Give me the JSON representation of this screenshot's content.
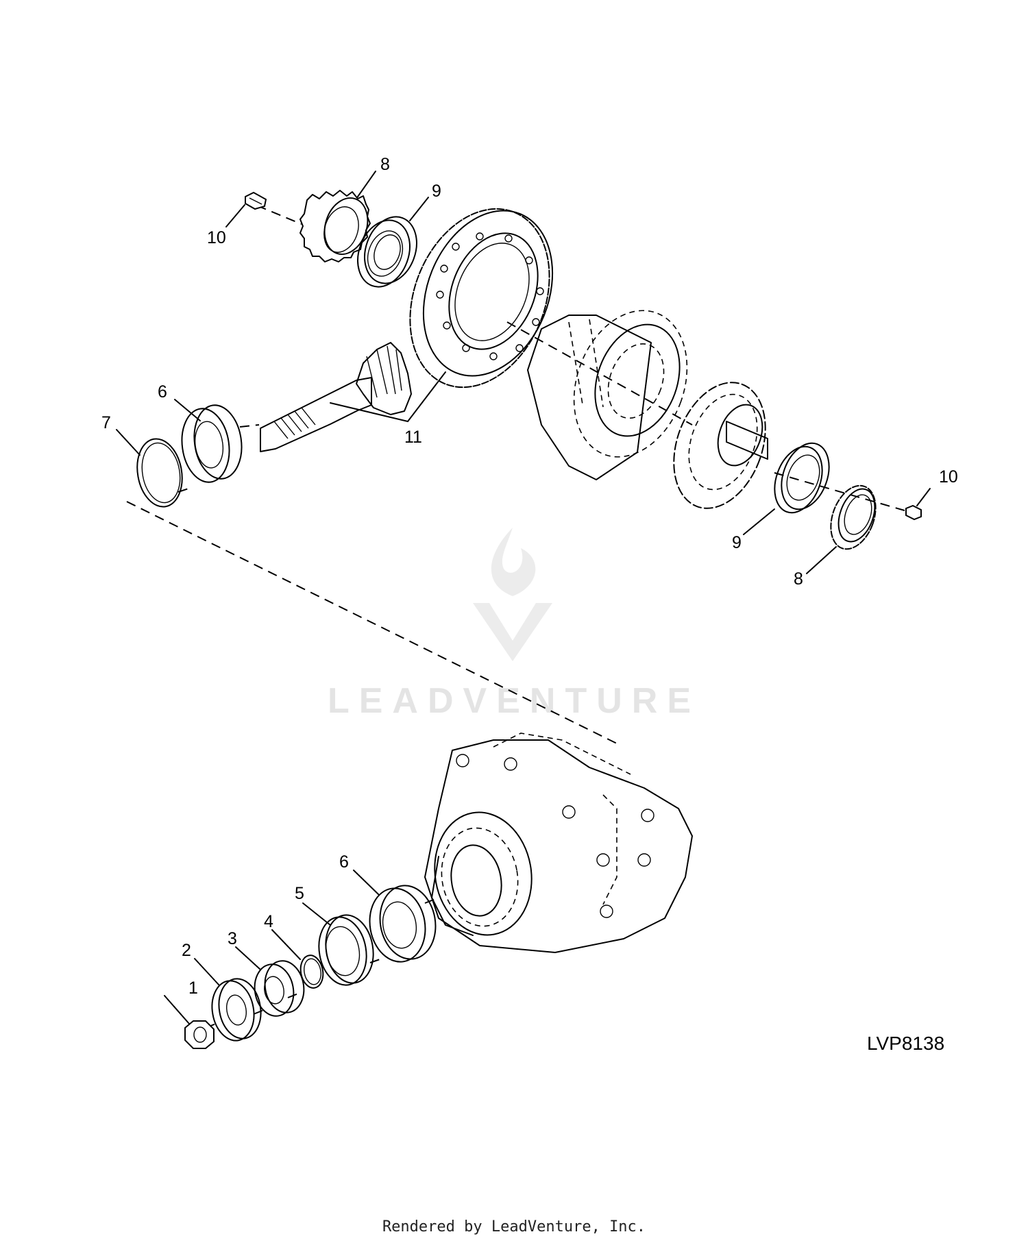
{
  "diagram": {
    "figure_id": "LVP8138",
    "footer": "Rendered by LeadVenture, Inc.",
    "watermark": {
      "text": "LEADVENTURE",
      "icon": "flame-v-logo-icon"
    },
    "callouts": [
      {
        "id": "c1",
        "label": "1"
      },
      {
        "id": "c2",
        "label": "2"
      },
      {
        "id": "c3",
        "label": "3"
      },
      {
        "id": "c4",
        "label": "4"
      },
      {
        "id": "c5",
        "label": "5"
      },
      {
        "id": "c6b",
        "label": "6"
      },
      {
        "id": "c6a",
        "label": "6"
      },
      {
        "id": "c7",
        "label": "7"
      },
      {
        "id": "c8a",
        "label": "8"
      },
      {
        "id": "c9a",
        "label": "9"
      },
      {
        "id": "c10a",
        "label": "10"
      },
      {
        "id": "c11",
        "label": "11"
      },
      {
        "id": "c10b",
        "label": "10"
      },
      {
        "id": "c9b",
        "label": "9"
      },
      {
        "id": "c8b",
        "label": "8"
      }
    ]
  }
}
